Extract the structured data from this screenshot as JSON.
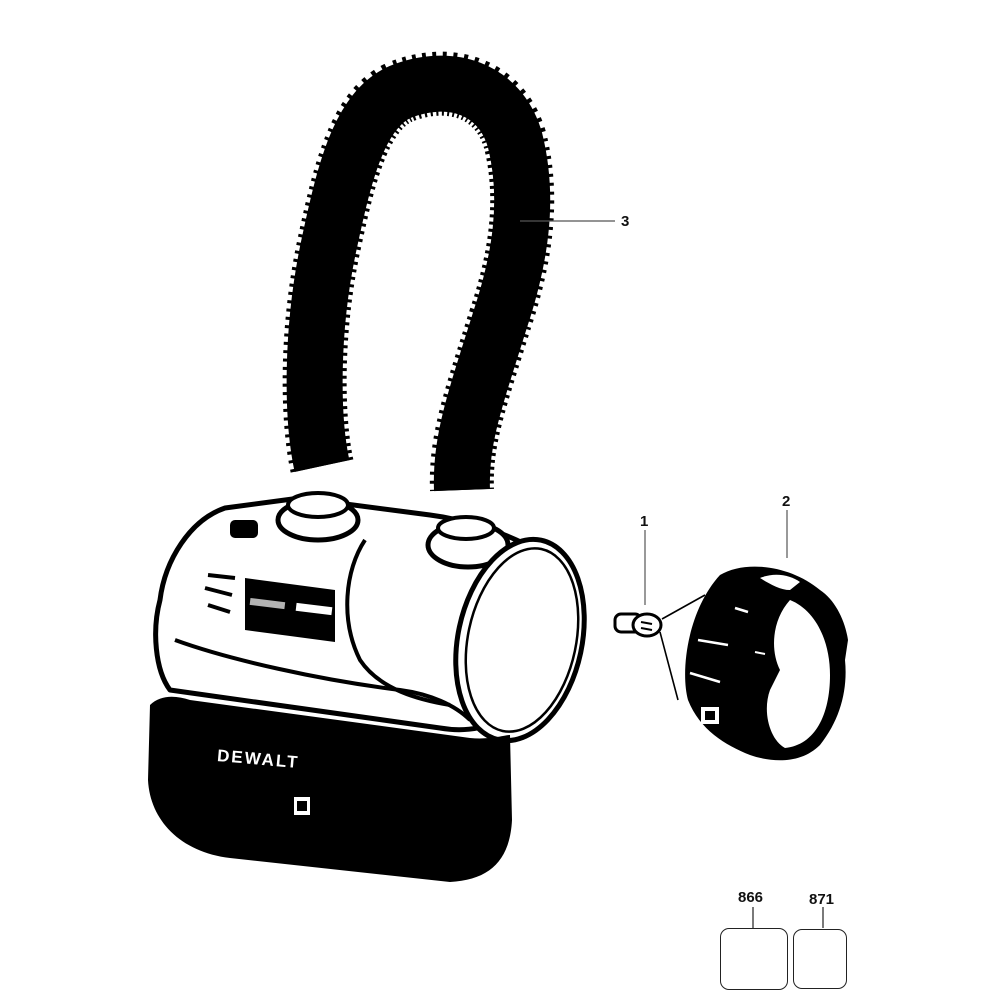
{
  "diagram": {
    "type": "exploded-parts-diagram",
    "product_brand_text": "DEWALT",
    "colors": {
      "ink": "#111111",
      "paper": "#ffffff"
    },
    "callouts": [
      {
        "id": "1",
        "label": "1",
        "part": "bulb"
      },
      {
        "id": "2",
        "label": "2",
        "part": "lens-bezel-ring"
      },
      {
        "id": "3",
        "label": "3",
        "part": "flexible-hose-neck"
      }
    ],
    "accessories": [
      {
        "id": "866",
        "label": "866",
        "icon": "battery-pack-icon"
      },
      {
        "id": "871",
        "label": "871",
        "icon": "charger-icon"
      }
    ],
    "components": [
      "main-housing",
      "battery-base",
      "lens",
      "top-knob-left",
      "top-knob-right",
      "vent-slots"
    ]
  }
}
